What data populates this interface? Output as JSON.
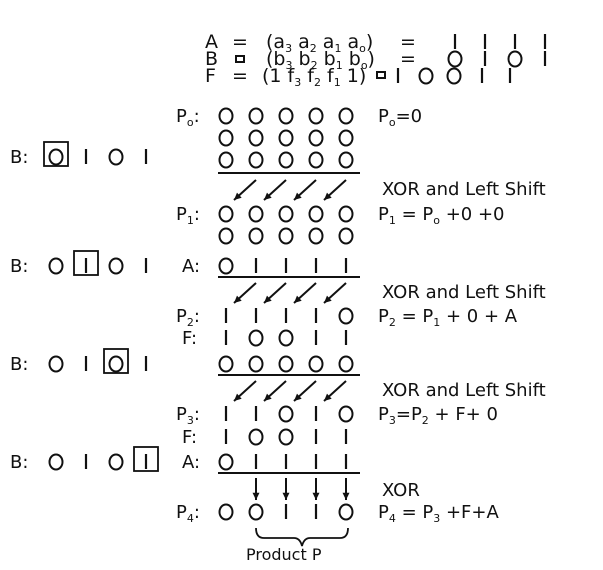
{
  "header": {
    "a_label": "A",
    "a_eq": "=",
    "a_expr": "(a3 a2 a1 a0)",
    "a_bits": "1111",
    "b_label": "B",
    "b_expr": "(b3 b2 b1 b0)",
    "b_eq2": "=",
    "b_bits": "0101",
    "f_label": "F",
    "f_expr": "(1 f3 f2 f1 1)",
    "f_bits": "10011"
  },
  "rows": {
    "p0a": {
      "label": "P0:",
      "bits": "00000"
    },
    "p0b": {
      "bits": "00000"
    },
    "p0c": {
      "bits": "00000"
    },
    "p1a": {
      "label": "P1:",
      "bits": "00000"
    },
    "p1b": {
      "bits": "00000"
    },
    "p1c": {
      "label": "A:",
      "bits": "01111"
    },
    "p2a": {
      "label": "P2:",
      "bits": "11110"
    },
    "p2b": {
      "label": "F:",
      "bits": "10011"
    },
    "p2c": {
      "bits": "00000"
    },
    "p3a": {
      "label": "P3:",
      "bits": "11010"
    },
    "p3b": {
      "label": "F:",
      "bits": "10011"
    },
    "p3c": {
      "label": "A:",
      "bits": "01111"
    },
    "p4": {
      "label": "P4:",
      "bits": "00110"
    }
  },
  "b_registers": [
    {
      "label": "B:",
      "bits": "0101",
      "boxed": 0
    },
    {
      "label": "B:",
      "bits": "0101",
      "boxed": 1
    },
    {
      "label": "B:",
      "bits": "0101",
      "boxed": 2
    },
    {
      "label": "B:",
      "bits": "0101",
      "boxed": 3
    }
  ],
  "annotations": {
    "p0_eq": "P0 = 0",
    "step1": "XOR and Left Shift",
    "p1_eq": "P1 = P0 + 0 + 0",
    "step2": "XOR and Left Shift",
    "p2_eq": "P2 = P1 + 0 + A",
    "step3": "XOR and Left Shift",
    "p3_eq": "P3 = P2 + F + 0",
    "step4": "XOR",
    "p4_eq": "P4 = P3 + F + A",
    "product": "Product P"
  }
}
